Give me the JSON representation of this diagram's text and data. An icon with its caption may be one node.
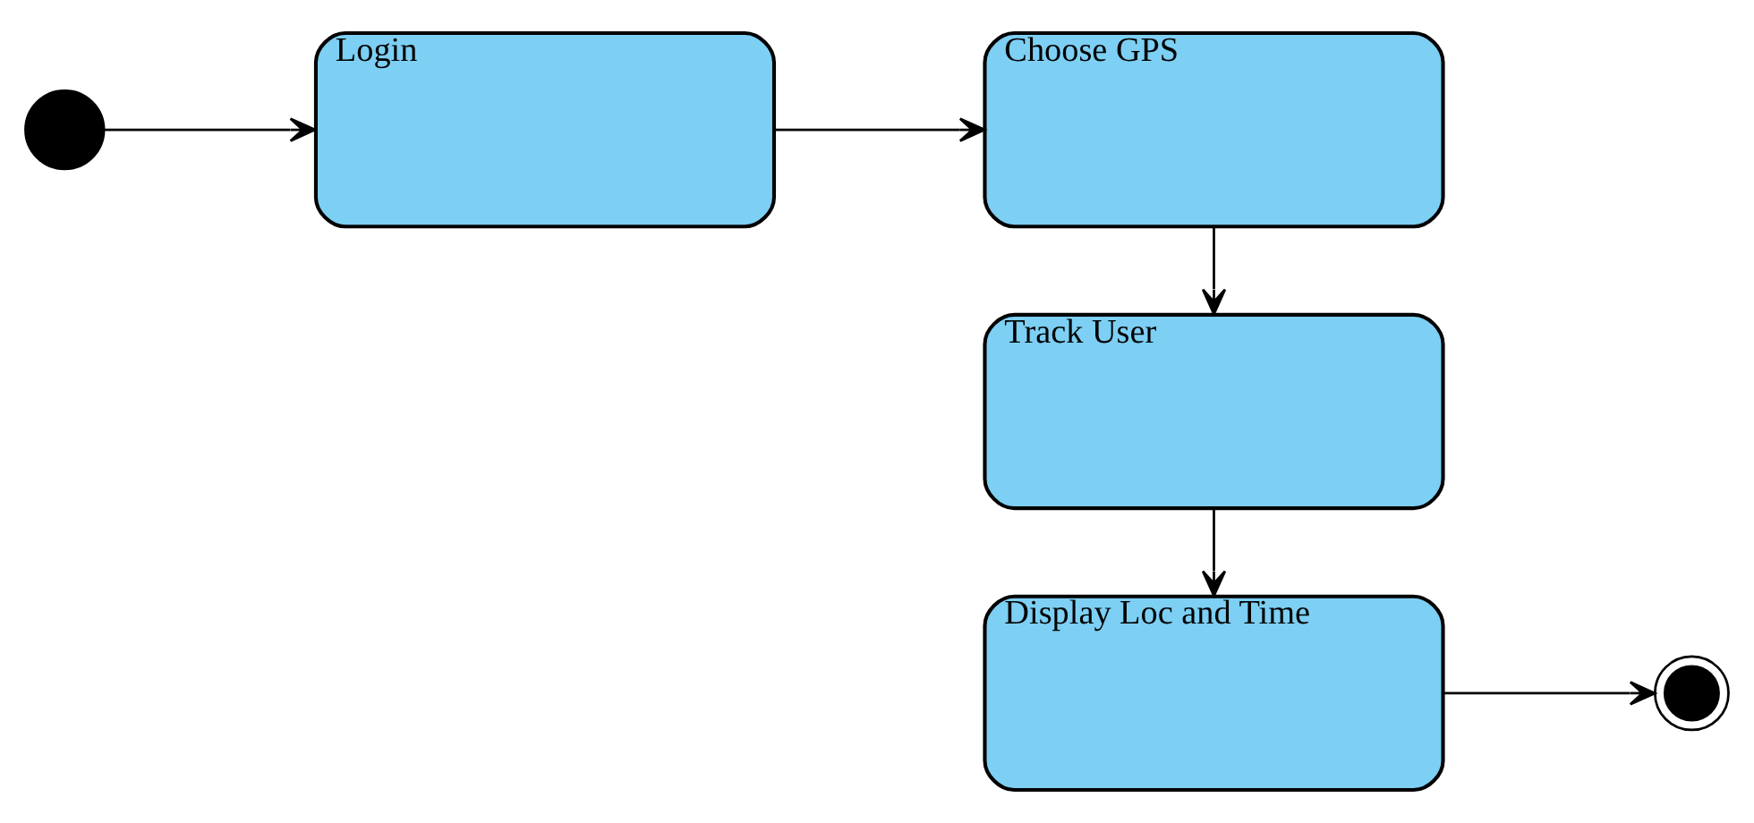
{
  "diagram": {
    "nodes": [
      {
        "text": [],
        "shape": "circle"
      },
      {
        "text": [
          "Login"
        ]
      },
      {
        "text": [
          "Choose GPS"
        ]
      },
      {
        "text": [
          "Track User"
        ]
      },
      {
        "text": [
          "Display Loc and Time"
        ]
      },
      {
        "text": [],
        "shape": "bullseye"
      }
    ],
    "edges": [
      {
        "from": 0,
        "to": 1,
        "arrow": "to"
      },
      {
        "from": 1,
        "to": 2,
        "arrow": "to"
      },
      {
        "from": 2,
        "to": 3,
        "arrow": "to"
      },
      {
        "from": 3,
        "to": 4,
        "arrow": "to"
      },
      {
        "from": 4,
        "to": 5,
        "arrow": "to"
      }
    ]
  }
}
